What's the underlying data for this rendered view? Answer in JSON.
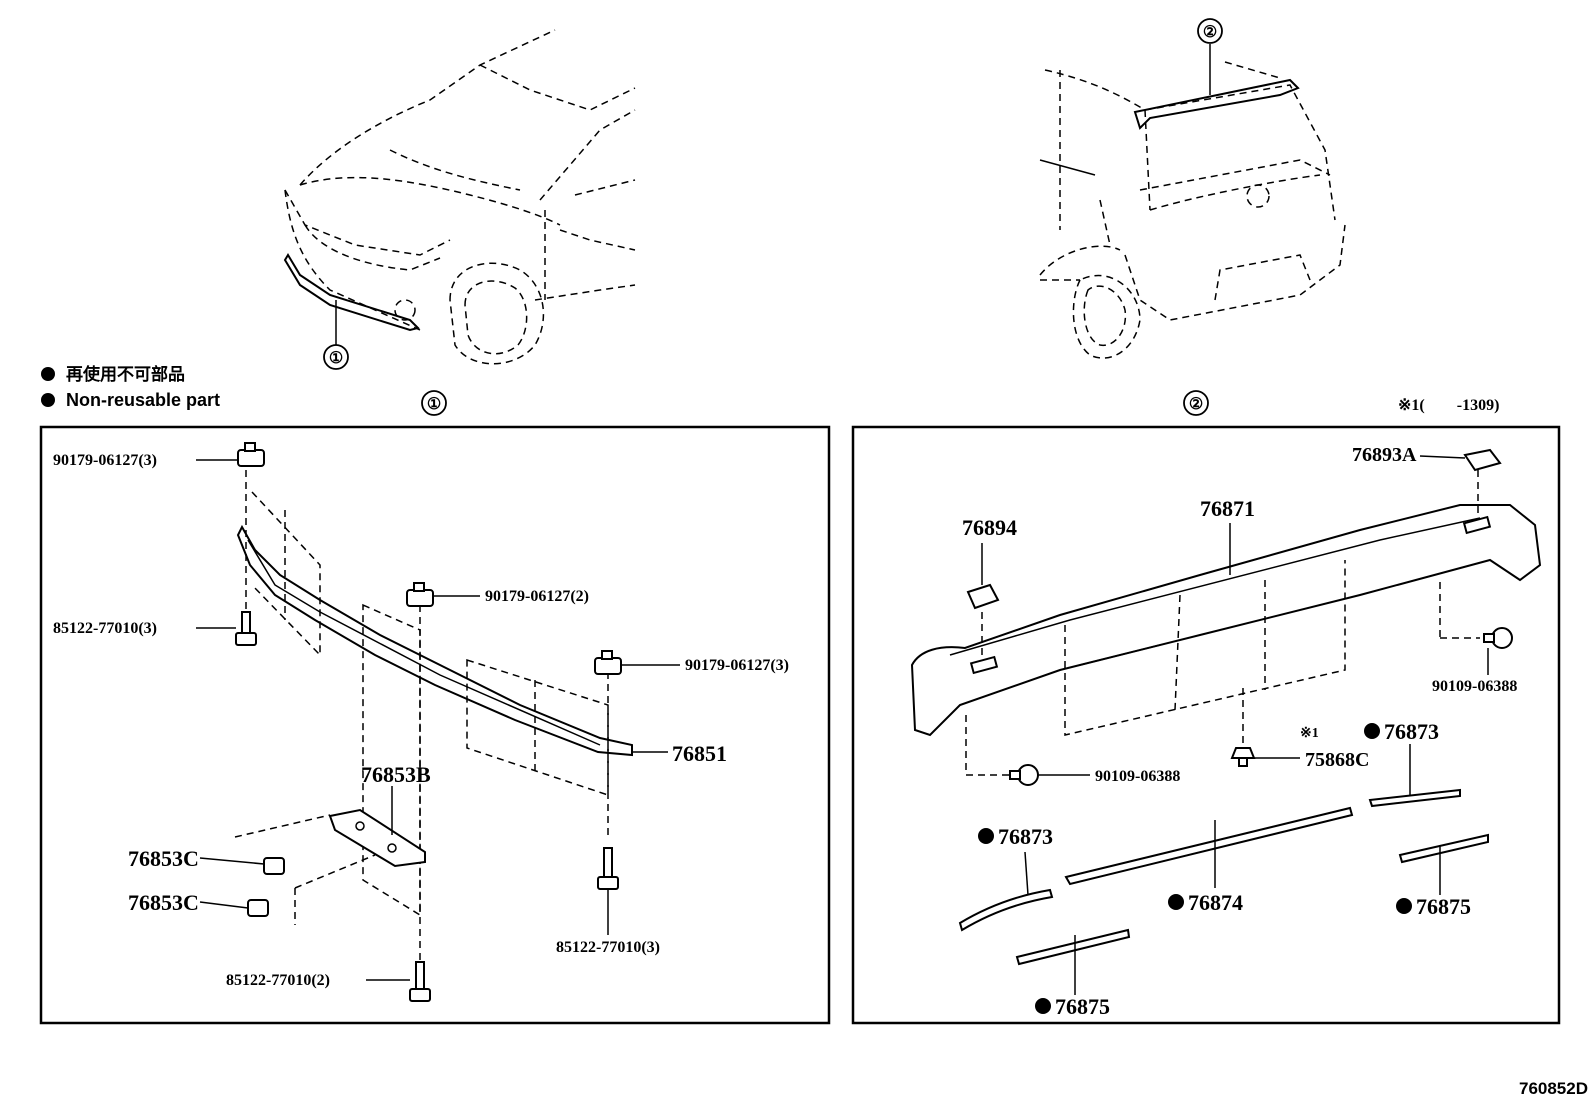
{
  "legend": {
    "jp": "再使用不可部品",
    "en": "Non-reusable part"
  },
  "section_markers": {
    "front": "①",
    "rear": "②"
  },
  "note_top_right": "※1(　　-1309)",
  "note_marker": "※1",
  "drawing_number": "760852D",
  "front_panel": {
    "labels": {
      "clip_a": "90179-06127(3)",
      "bolt_a": "85122-77010(3)",
      "clip_b": "90179-06127(2)",
      "clip_c": "90179-06127(3)",
      "molding": "76851",
      "bracket": "76853B",
      "cap_1": "76853C",
      "cap_2": "76853C",
      "bolt_b": "85122-77010(3)",
      "bolt_c": "85122-77010(2)"
    }
  },
  "rear_panel": {
    "labels": {
      "cover_a": "76893A",
      "spoiler": "76871",
      "cover": "76894",
      "screw_r": "90109-06388",
      "clip": "75868C",
      "screw_l": "90109-06388",
      "tape_1": "76873",
      "tape_2": "76873",
      "tape_3": "76874",
      "tape_4": "76875",
      "tape_5": "76875"
    }
  }
}
